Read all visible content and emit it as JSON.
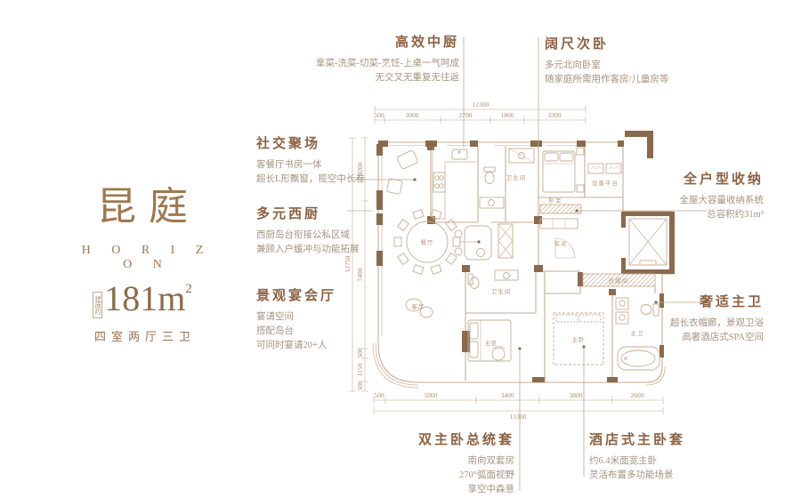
{
  "brand": {
    "name_cn": "昆庭",
    "name_en": "H O R I Z O N",
    "area_prefix": "建面约",
    "area_value": "181",
    "area_unit": "m",
    "area_sup": "2",
    "layout": "四室两厅三卫"
  },
  "annotations": {
    "kitchen": {
      "title": "高效中厨",
      "lines": [
        "拿菜-洗菜-切菜-烹饪-上桌一气呵成",
        "无交叉无重复无往返"
      ]
    },
    "bedroom2": {
      "title": "阔尺次卧",
      "lines": [
        "多元北向卧室",
        "随家庭所需用作客房/儿童房等"
      ]
    },
    "social": {
      "title": "社交聚场",
      "lines": [
        "客餐厅书房一体",
        "超长L形飘窗，揽空中长卷"
      ]
    },
    "westkitchen": {
      "title": "多元西厨",
      "lines": [
        "西厨岛台衔接公私区域",
        "兼顾入户缓冲与功能拓展"
      ]
    },
    "banquet": {
      "title": "景观宴会厅",
      "lines": [
        "宴请空间",
        "搭配岛台",
        "可同时宴请20+人"
      ]
    },
    "storage": {
      "title": "全户型收纳",
      "lines": [
        "全屋大容量收纳系统",
        "总容积约31m³"
      ]
    },
    "masterbath": {
      "title": "奢适主卫",
      "lines": [
        "超长衣帽廊，景观卫浴",
        "高奢酒店式SPA空间"
      ]
    },
    "suite1": {
      "title": "双主卧总统套",
      "lines": [
        "南向双套房",
        "270°弧面视野",
        "享空中森意"
      ]
    },
    "suite2": {
      "title": "酒店式主卧套",
      "lines": [
        "约6.4米面宽主卧",
        "灵活布置多功能场景"
      ]
    }
  },
  "plan": {
    "rooms": {
      "living": "客厅",
      "dining": "餐厅",
      "bath1": "卫生间",
      "bedroom": "卧室",
      "platform": "设备平台",
      "foyer": "玄关",
      "cloak": "衣帽间",
      "bath2": "卫生间",
      "master1": "主卧",
      "master2": "主卧",
      "masterbath": "主卫"
    },
    "dims": {
      "top": {
        "total": "11300",
        "segments": [
          "500",
          "3000",
          "2700",
          "1800",
          "3300"
        ]
      },
      "bottom": {
        "total": "15300",
        "segments": [
          "500",
          "5000",
          "3400",
          "3800",
          "2600"
        ]
      },
      "left": {
        "total": "12750",
        "segments": [
          "3200",
          "7400",
          "500",
          "1150",
          "500"
        ]
      }
    }
  },
  "colors": {
    "brand_brown": "#9a7150",
    "title_brown": "#8d6243",
    "body_brown": "#a5937f",
    "wall_brown": "#8a6a4c",
    "line_tan": "#c6ae92"
  }
}
